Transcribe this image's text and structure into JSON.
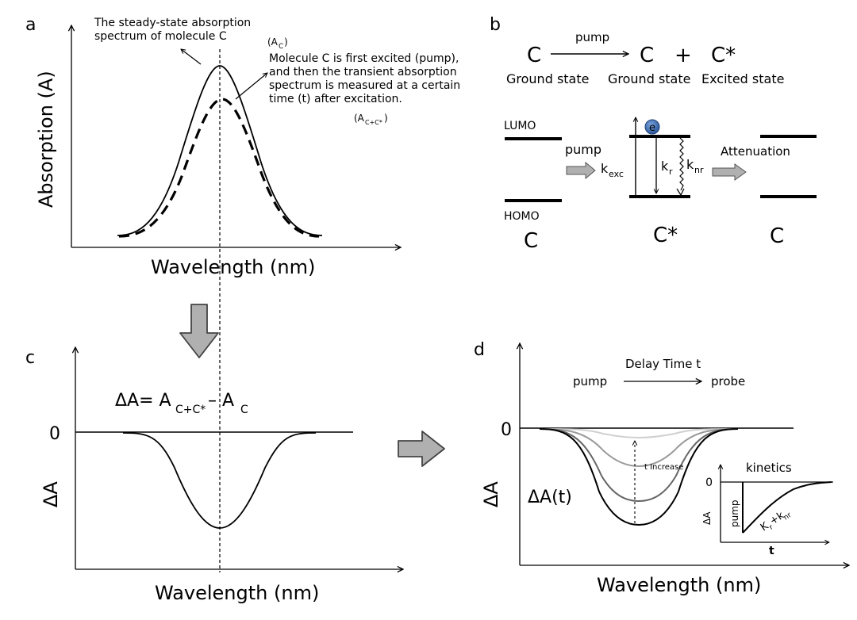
{
  "panels": {
    "a": {
      "letter": "a",
      "ylabel": "Absorption (A)",
      "xlabel": "Wavelength (nm)",
      "annot_steady_1": "The steady-state absorption",
      "annot_steady_2": "spectrum of molecule C",
      "annot_steady_sym": "(A",
      "annot_steady_sub": "C",
      "annot_steady_close": ")",
      "annot_trans_1": "Molecule C is first excited (pump),",
      "annot_trans_2": "and then the transient absorption",
      "annot_trans_3": "spectrum is measured at a certain",
      "annot_trans_4": "time (t) after excitation.",
      "annot_trans_sym": "(A",
      "annot_trans_sub": "C+C*",
      "annot_trans_close": ")"
    },
    "b": {
      "letter": "b",
      "react_c": "C",
      "react_pump": "pump",
      "prod_c": "C",
      "plus": "+",
      "prod_cstar": "C*",
      "ground_1": "Ground state",
      "ground_2": "Ground state",
      "excited": "Excited state",
      "lumo": "LUMO",
      "homo": "HOMO",
      "pump": "pump",
      "k": "k",
      "k_exc_sub": "exc",
      "k_r_sub": "r",
      "k_nr_sub": "nr",
      "electron": "e",
      "attenuation": "Attenuation",
      "mol_left": "C",
      "mol_mid": "C*",
      "mol_right": "C"
    },
    "c": {
      "letter": "c",
      "eq_lhs": "ΔA= A",
      "eq_sub1": "C+C*",
      "eq_minus": "– A",
      "eq_sub2": "C",
      "zero": "0",
      "ylabel": "ΔA",
      "xlabel": "Wavelength (nm)"
    },
    "d": {
      "letter": "d",
      "pump": "pump",
      "delay": "Delay Time t",
      "probe": "probe",
      "zero": "0",
      "ylabel": "ΔA",
      "xlabel": "Wavelength (nm)",
      "curve_label": "ΔA(t)",
      "t_increase": "t Increase",
      "kin_title": "kinetics",
      "kin_zero": "0",
      "kin_ylabel": "ΔA",
      "kin_pump": "pump",
      "kin_k": "K",
      "kin_r": "r",
      "kin_plus": "+k",
      "kin_nr": "nr",
      "kin_t": "t"
    }
  }
}
